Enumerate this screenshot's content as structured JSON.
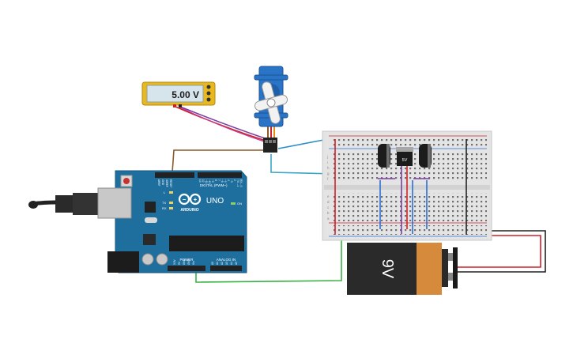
{
  "multimeter": {
    "reading": "5.00 V"
  },
  "arduino": {
    "logo": "ARDUINO",
    "model": "UNO",
    "digital_label": "DIGITAL (PWM~)",
    "power_label": "POWER",
    "analog_label": "ANALOG IN",
    "led_labels": [
      "L",
      "TX",
      "RX"
    ],
    "on_label": "ON",
    "side_labels": [
      "AREF",
      "GND",
      "IOREF",
      "RESET"
    ],
    "digital_pins": [
      "13",
      "12",
      "~11",
      "~10",
      "~9",
      "8",
      "7",
      "~6",
      "~5",
      "4",
      "~3",
      "2",
      "TX→1",
      "RX←0"
    ],
    "power_pins": [
      "3.3V",
      "5V",
      "GND",
      "GND",
      "Vin"
    ],
    "analog_pins": [
      "A0",
      "A1",
      "A2",
      "A3",
      "A4",
      "A5"
    ]
  },
  "breadboard": {
    "row_letters": [
      "j",
      "i",
      "h",
      "g",
      "f",
      "e",
      "d",
      "c",
      "b",
      "a"
    ]
  },
  "regulator": {
    "label": "5V"
  },
  "battery": {
    "label": "9V"
  },
  "wire_colors": {
    "brown": "#8b5a2b",
    "red": "#d0202a",
    "blue": "#2a6fd6",
    "cyan": "#3aa5c9",
    "green": "#3cb043",
    "purple": "#7b3fa0",
    "black": "#222222"
  }
}
